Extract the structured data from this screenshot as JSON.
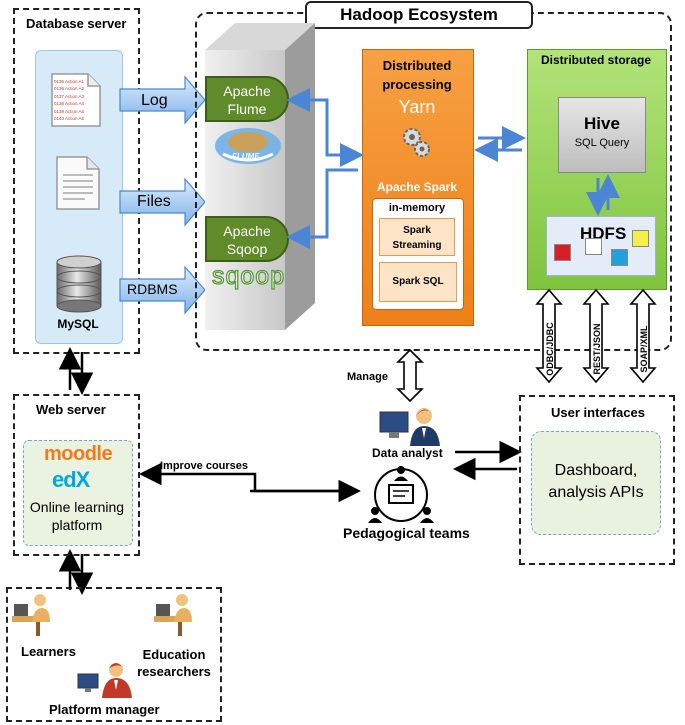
{
  "hadoop_title": "Hadoop Ecosystem",
  "db_server": {
    "title": "Database server",
    "mysql_label": "MySQL",
    "log_lines": [
      "0135 Action A1",
      "0136 Action A2",
      "0137 Action A3",
      "0138 Action A4",
      "0139 Action A5",
      "0140 Action A6"
    ]
  },
  "arrows": {
    "log": "Log",
    "files": "Files",
    "rdbms": "RDBMS"
  },
  "ingestion": {
    "flume_line1": "Apache",
    "flume_line2": "Flume",
    "sqoop_line1": "Apache",
    "sqoop_line2": "Sqoop",
    "flume_logo_text": "FLUME",
    "sqoop_logo_text": "sqoop"
  },
  "processing": {
    "title_line1": "Distributed",
    "title_line2": "processing",
    "yarn": "Yarn",
    "spark_title": "Apache Spark",
    "inmemory": "in-memory",
    "streaming_line1": "Spark",
    "streaming_line2": "Streaming",
    "sql": "Spark SQL"
  },
  "storage": {
    "title": "Distributed storage",
    "hive": "Hive",
    "hive_sub": "SQL Query",
    "hdfs": "HDFS"
  },
  "protocols": [
    "ODBC/JDBC",
    "REST/JSON",
    "SOAP/XML"
  ],
  "manage_label": "Manage",
  "web_server": {
    "title": "Web server",
    "moodle": "moodle",
    "edx": "edX",
    "platform_line1": "Online learning",
    "platform_line2": "platform"
  },
  "improve_label": "Improve courses",
  "data_analyst": "Data analyst",
  "pedagogical": "Pedagogical teams",
  "user_interfaces": {
    "title": "User interfaces",
    "line1": "Dashboard,",
    "line2": "analysis  APIs"
  },
  "users": {
    "learners": "Learners",
    "researchers_line1": "Education",
    "researchers_line2": "researchers",
    "manager": "Platform manager"
  },
  "colors": {
    "orange": "#f08a1e",
    "green": "#8fd14f",
    "dark_green": "#5a7a22",
    "blue_arrow": "#4a86d4",
    "light_blue": "#cfe6f5"
  }
}
